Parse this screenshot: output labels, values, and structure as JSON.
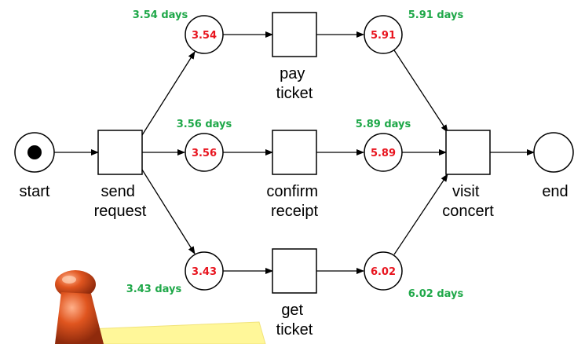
{
  "colors": {
    "duration_text": "#1fa849",
    "token_text": "#e8141e",
    "pin_head": "#d9481d",
    "note_paper": "#fff799"
  },
  "labels": {
    "start": "start",
    "send_request": [
      "send",
      "request"
    ],
    "pay_ticket": [
      "pay",
      "ticket"
    ],
    "confirm_receipt": [
      "confirm",
      "receipt"
    ],
    "get_ticket": [
      "get",
      "ticket"
    ],
    "visit_concert": [
      "visit",
      "concert"
    ],
    "end": "end"
  },
  "places": {
    "p_pay_in": {
      "value": "3.54",
      "days": "3.54 days"
    },
    "p_pay_out": {
      "value": "5.91",
      "days": "5.91 days"
    },
    "p_confirm_in": {
      "value": "3.56",
      "days": "3.56 days"
    },
    "p_confirm_out": {
      "value": "5.89",
      "days": "5.89 days"
    },
    "p_get_in": {
      "value": "3.43",
      "days": "3.43 days"
    },
    "p_get_out": {
      "value": "6.02",
      "days": "6.02 days"
    }
  },
  "decorations": {
    "pushpin_icon": "pushpin-icon",
    "sticky_note": "sticky-note"
  }
}
